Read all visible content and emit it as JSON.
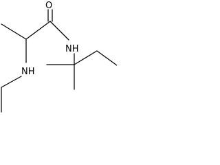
{
  "structure": {
    "atoms": {
      "carbonyl_oxygen": "O",
      "amide_nitrogen": "NH",
      "amine_nitrogen": "NH"
    }
  }
}
